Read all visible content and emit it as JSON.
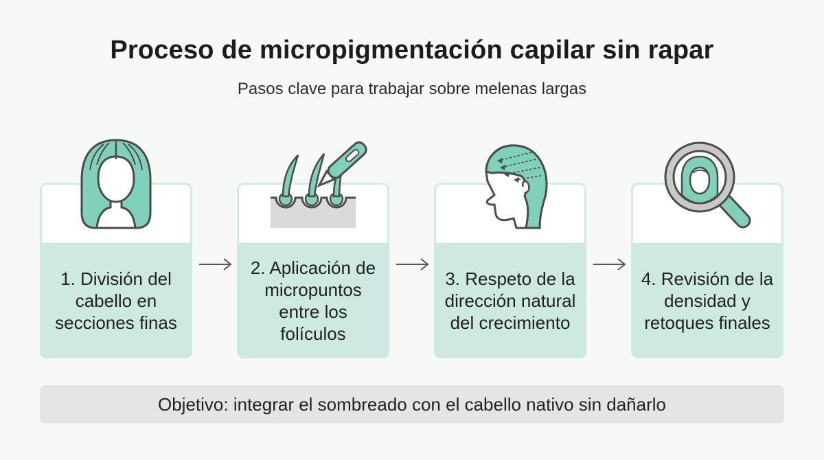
{
  "header": {
    "title": "Proceso de micropigmentación capilar sin rapar",
    "subtitle": "Pasos clave para trabajar sobre melenas largas"
  },
  "steps": [
    {
      "label": "1. División del cabello en secciones finas",
      "icon": "woman-hair-icon"
    },
    {
      "label": "2. Aplicación de micropuntos entre los folículos",
      "icon": "follicle-pen-icon"
    },
    {
      "label": "3. Respeto de la dirección natural del crecimiento",
      "icon": "head-profile-icon"
    },
    {
      "label": "4. Revisión de la densidad y retoques finales",
      "icon": "magnifier-icon"
    }
  ],
  "footer": {
    "goal": "Objetivo: integrar el sombreado con el cabello nativo sin dañarlo"
  },
  "colors": {
    "accent": "#7fd1b9",
    "card_fill": "#cde9e2",
    "outline": "#4b4b4b",
    "goal_bar": "#e4e5e6"
  }
}
